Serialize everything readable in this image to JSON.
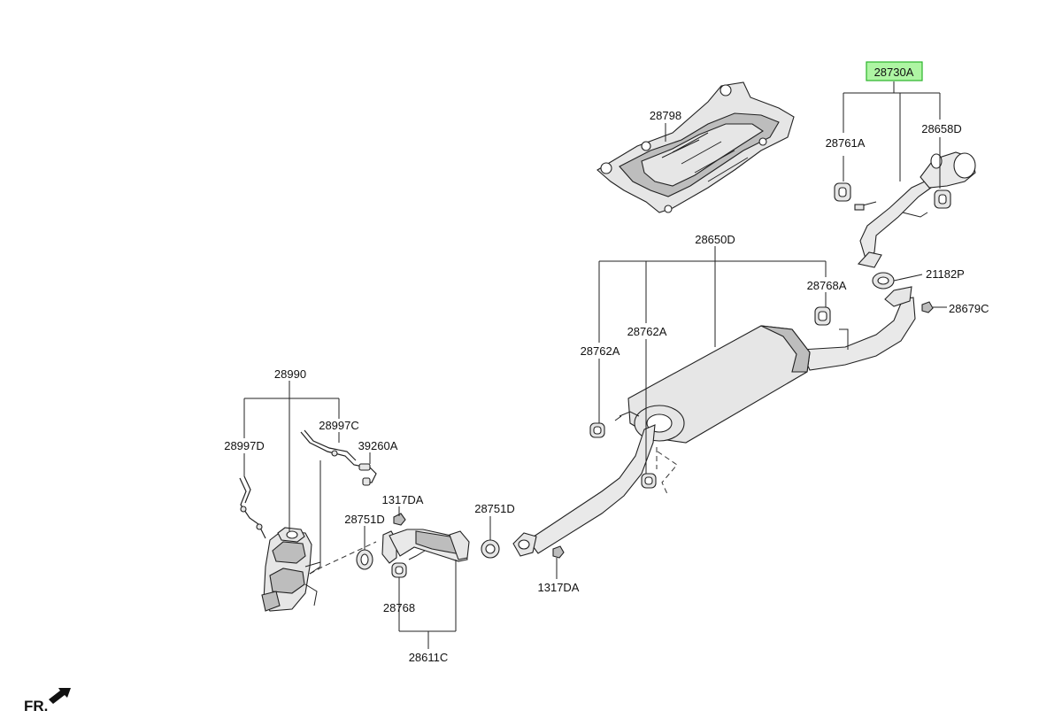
{
  "diagram": {
    "highlighted_part": "28730A",
    "highlight_color": "#aef5a3",
    "highlight_border_color": "#2bb52b",
    "direction_label": "FR.",
    "part_numbers": {
      "p28730A": "28730A",
      "p28798": "28798",
      "p28761A": "28761A",
      "p28658D": "28658D",
      "p28650D": "28650D",
      "p21182P": "21182P",
      "p28768A": "28768A",
      "p28679C": "28679C",
      "p28762A_left": "28762A",
      "p28762A_right": "28762A",
      "p28990": "28990",
      "p28997C": "28997C",
      "p28997D": "28997D",
      "p39260A": "39260A",
      "p1317DA_top": "1317DA",
      "p28751D_left": "28751D",
      "p28751D_right": "28751D",
      "p1317DA_bottom": "1317DA",
      "p28768": "28768",
      "p28611C": "28611C"
    }
  }
}
